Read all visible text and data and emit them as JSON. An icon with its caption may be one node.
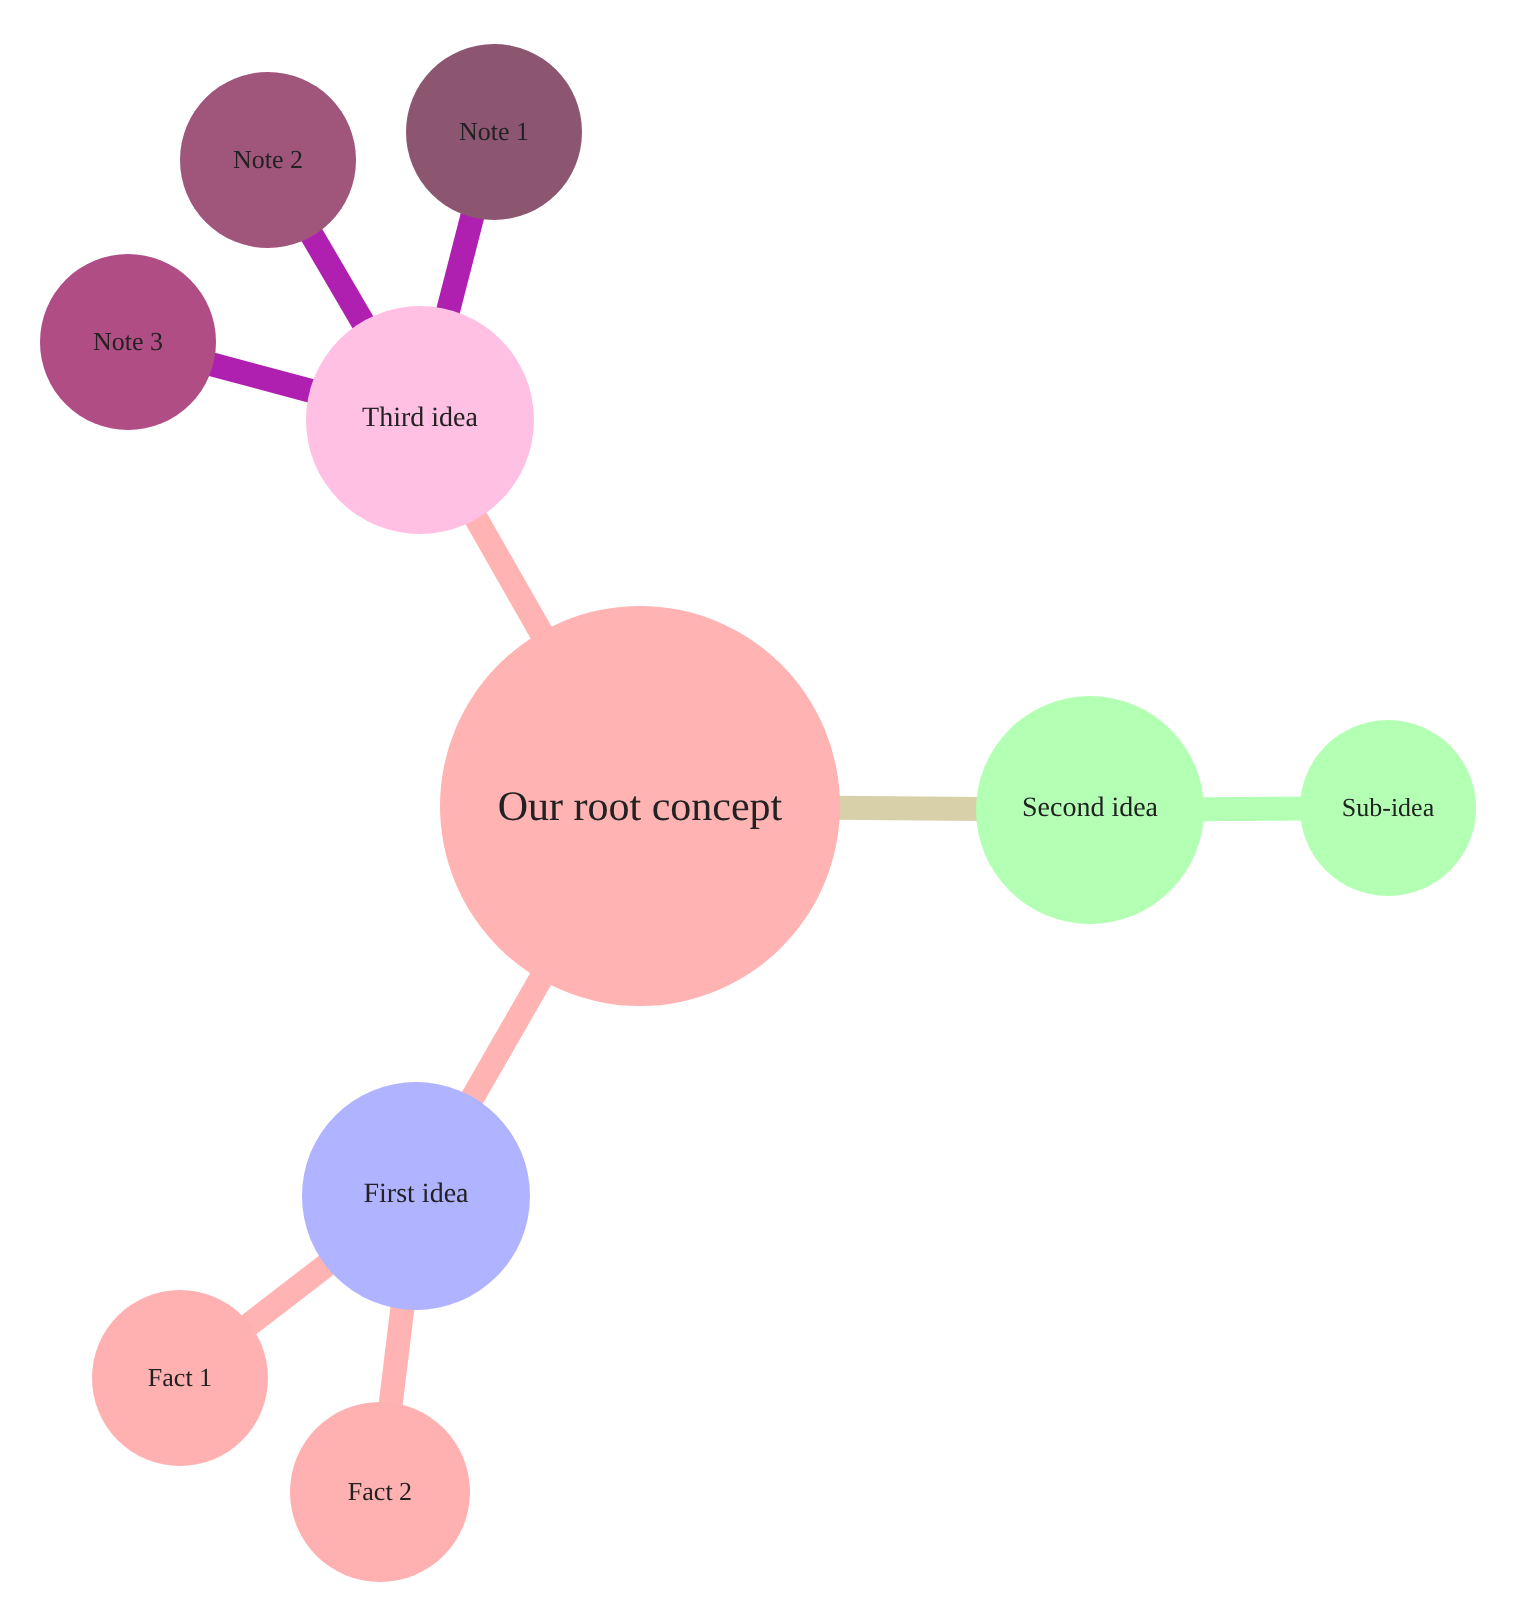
{
  "diagram": {
    "nodes": [
      {
        "text": [
          "Our root concept"
        ]
      },
      {
        "text": [
          "First idea"
        ]
      },
      {
        "text": [
          "Fact 1"
        ]
      },
      {
        "text": [
          "Fact 2"
        ]
      },
      {
        "text": [
          "Second idea"
        ]
      },
      {
        "text": [
          "Sub-idea"
        ]
      },
      {
        "text": [
          "Third idea"
        ]
      },
      {
        "text": [
          "Note 1"
        ]
      },
      {
        "text": [
          "Note 2"
        ]
      },
      {
        "text": [
          "Note 3"
        ]
      }
    ],
    "edges": [
      {
        "from": 0,
        "to": 1,
        "arrow": "none"
      },
      {
        "from": 1,
        "to": 2,
        "arrow": "none"
      },
      {
        "from": 1,
        "to": 3,
        "arrow": "none"
      },
      {
        "from": 0,
        "to": 4,
        "arrow": "none",
        "color": "#d8d0a8"
      },
      {
        "from": 4,
        "to": 5,
        "arrow": "none",
        "color": "#b3ffb3"
      },
      {
        "from": 0,
        "to": 6,
        "arrow": "none"
      },
      {
        "from": 6,
        "to": 7,
        "arrow": "none",
        "color": "#b020b0"
      },
      {
        "from": 6,
        "to": 8,
        "arrow": "none",
        "color": "#b020b0"
      },
      {
        "from": 6,
        "to": 9,
        "arrow": "none",
        "color": "#b020b0"
      }
    ]
  }
}
